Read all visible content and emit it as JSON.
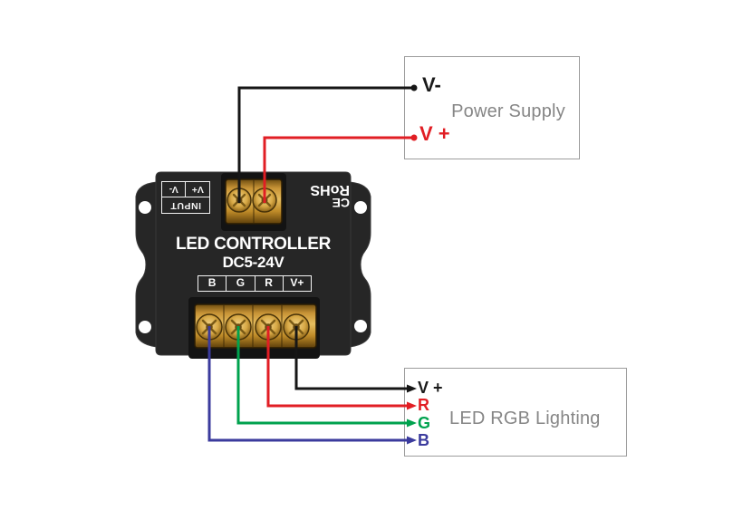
{
  "colors": {
    "wire_black": "#161616",
    "wire_red": "#e11e24",
    "wire_green": "#00a24e",
    "wire_blue": "#3b3b9d",
    "device_body": "#262626",
    "terminal_housing": "#131313",
    "box_border": "#9c9c9c",
    "box_title_gray": "#868686"
  },
  "device": {
    "title": "LED CONTROLLER",
    "subtitle": "DC5-24V",
    "input_label": {
      "caption": "INPUT",
      "cell_left": "V+",
      "cell_right": "V-"
    },
    "cert": {
      "line1": "CE",
      "line2": "RoHS"
    },
    "output_labels": [
      "B",
      "G",
      "R",
      "V+"
    ]
  },
  "power_supply_box": {
    "title": "Power Supply",
    "terminals": [
      {
        "label": "V-",
        "color": "#1a1a1a"
      },
      {
        "label": "V +",
        "color": "#e11e24"
      }
    ]
  },
  "led_lighting_box": {
    "title": "LED RGB Lighting",
    "terminals": [
      {
        "label": "V +",
        "color": "#1a1a1a"
      },
      {
        "label": "R",
        "color": "#e11e24"
      },
      {
        "label": "G",
        "color": "#00a24e"
      },
      {
        "label": "B",
        "color": "#3b3b9d"
      }
    ]
  }
}
